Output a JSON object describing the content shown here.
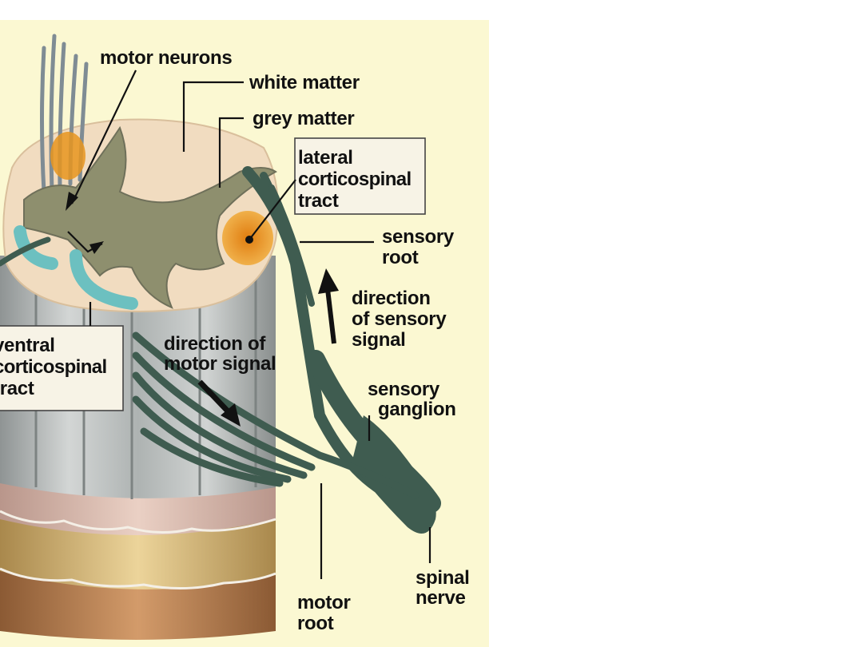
{
  "labels": {
    "motor_neurons": "motor neurons",
    "white_matter": "white matter",
    "grey_matter": "grey matter",
    "lateral_tract": [
      "lateral",
      "corticospinal",
      "tract"
    ],
    "sensory_root": [
      "sensory",
      "root"
    ],
    "direction_sensory": [
      "direction",
      "of sensory",
      "signal"
    ],
    "ventral_tract": [
      "ventral",
      "corticospinal",
      "tract"
    ],
    "direction_motor": [
      "direction of",
      "motor signal"
    ],
    "sensory_ganglion": [
      "sensory",
      "ganglion"
    ],
    "spinal_nerve": [
      "spinal",
      "nerve"
    ],
    "motor_root": [
      "motor",
      "root"
    ]
  },
  "colors": {
    "background_panel": "#fbf8d2",
    "white_matter": "#f1dcc0",
    "grey_matter": "#8e8f6e",
    "lateral_tract": "#e8951e",
    "ventral_tract": "#6cc0c0",
    "nerve_roots": "#3f5c50",
    "column_grey": "#b8bcbc",
    "dura_pink": "#d9b9ad",
    "dura_gold": "#d6b572",
    "dura_brown": "#b57d4e"
  }
}
